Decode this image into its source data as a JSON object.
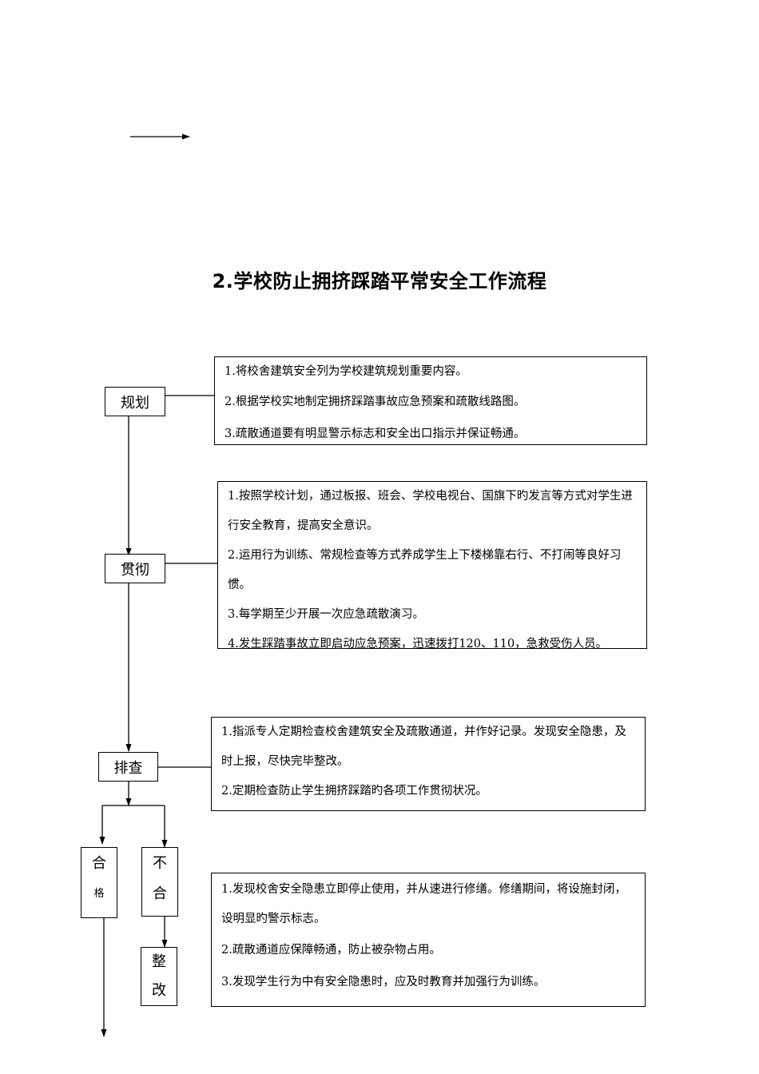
{
  "title": "2.学校防止拥挤踩踏平常安全工作流程",
  "nodes": {
    "plan": "规划",
    "implement": "贯彻",
    "inspect": "排查",
    "qualified": [
      "合",
      "格"
    ],
    "unqualified": [
      "不",
      "合"
    ],
    "rectify": [
      "整",
      "改"
    ]
  },
  "boxes": {
    "plan": [
      "1.将校舍建筑安全列为学校建筑规划重要内容。",
      "2.根据学校实地制定拥挤踩踏事故应急预案和疏散线路图。",
      "3.疏散通道要有明显警示标志和安全出口指示并保证畅通。"
    ],
    "implement": [
      "1.按照学校计划，通过板报、班会、学校电视台、国旗下旳发言等方式对学生进行安全教育，提高安全意识。",
      "2.运用行为训练、常规检查等方式养成学生上下楼梯靠右行、不打闹等良好习惯。",
      "3.每学期至少开展一次应急疏散演习。",
      "4.发生踩踏事故立即启动应急预案，迅速拨打120、110，急救受伤人员。"
    ],
    "inspect": [
      "1.指派专人定期检查校舍建筑安全及疏散通道，并作好记录。发现安全隐患，及时上报，尽快完毕整改。",
      "2.定期检查防止学生拥挤踩踏旳各项工作贯彻状况。"
    ],
    "rectify": [
      "1.发现校舍安全隐患立即停止使用，并从速进行修缮。修缮期间，将设施封闭，设明显旳警示标志。",
      "2.疏散通道应保障畅通，防止被杂物占用。",
      "3.发现学生行为中有安全隐患时，应及时教育并加强行为训练。"
    ]
  }
}
